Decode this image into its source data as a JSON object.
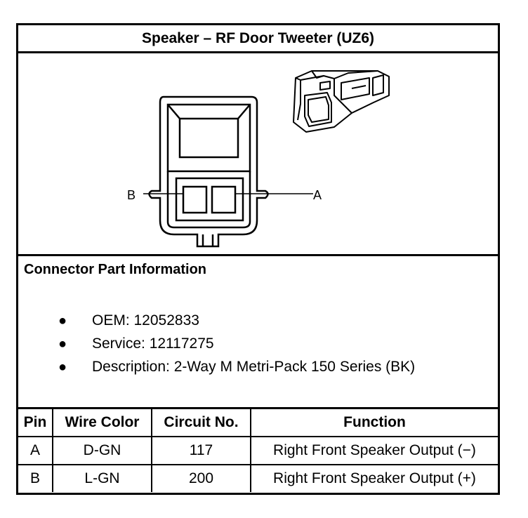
{
  "title": "Speaker – RF Door Tweeter (UZ6)",
  "drawing": {
    "pin_label_left": "B",
    "pin_label_right": "A"
  },
  "connector_info": {
    "heading": "Connector Part Information",
    "items": [
      "OEM: 12052833",
      "Service: 12117275",
      "Description: 2-Way M Metri-Pack 150 Series (BK)"
    ]
  },
  "pin_table": {
    "headers": [
      "Pin",
      "Wire Color",
      "Circuit No.",
      "Function"
    ],
    "rows": [
      [
        "A",
        "D-GN",
        "117",
        "Right Front Speaker Output (−)"
      ],
      [
        "B",
        "L-GN",
        "200",
        "Right Front Speaker Output (+)"
      ]
    ]
  }
}
